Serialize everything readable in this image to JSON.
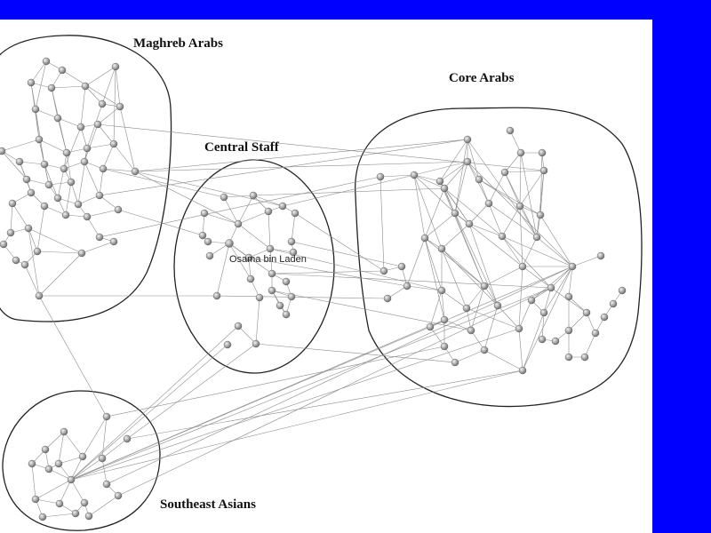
{
  "diagram": {
    "groups": [
      {
        "id": "maghreb",
        "label": "Maghreb Arabs"
      },
      {
        "id": "central",
        "label": "Central Staff"
      },
      {
        "id": "core",
        "label": "Core Arabs"
      },
      {
        "id": "southeast",
        "label": "Southeast Asians"
      }
    ],
    "hub_label": "Osama bin Laden"
  },
  "colors": {
    "background": "#0000ff",
    "panel": "#ffffff",
    "node": "#a0a0a0",
    "edge": "#8c8c8c"
  }
}
